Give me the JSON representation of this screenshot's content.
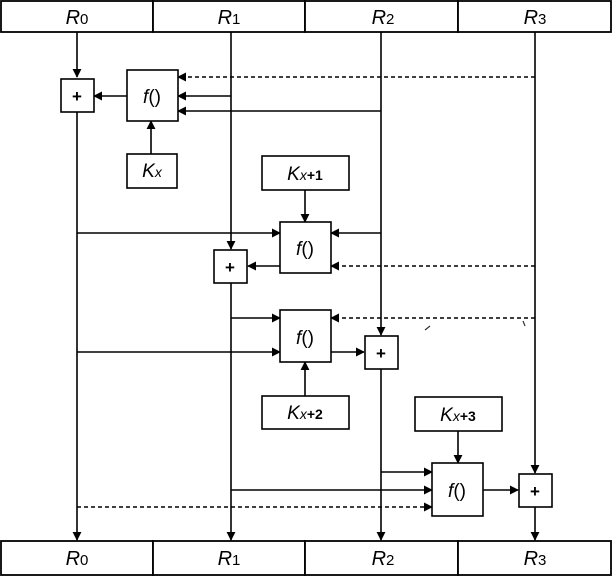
{
  "registers_top": [
    {
      "letter": "R",
      "sub": "0"
    },
    {
      "letter": "R",
      "sub": "1"
    },
    {
      "letter": "R",
      "sub": "2"
    },
    {
      "letter": "R",
      "sub": "3"
    }
  ],
  "registers_bottom": [
    {
      "letter": "R",
      "sub": "0"
    },
    {
      "letter": "R",
      "sub": "1"
    },
    {
      "letter": "R",
      "sub": "2"
    },
    {
      "letter": "R",
      "sub": "3"
    }
  ],
  "function_label": {
    "name": "f",
    "parens": "()"
  },
  "adder_symbol": "+",
  "keys": [
    {
      "letter": "K",
      "sub": "x",
      "suffix": ""
    },
    {
      "letter": "K",
      "sub": "x",
      "suffix": "+1"
    },
    {
      "letter": "K",
      "sub": "x",
      "suffix": "+2"
    },
    {
      "letter": "K",
      "sub": "x",
      "suffix": "+3"
    }
  ]
}
